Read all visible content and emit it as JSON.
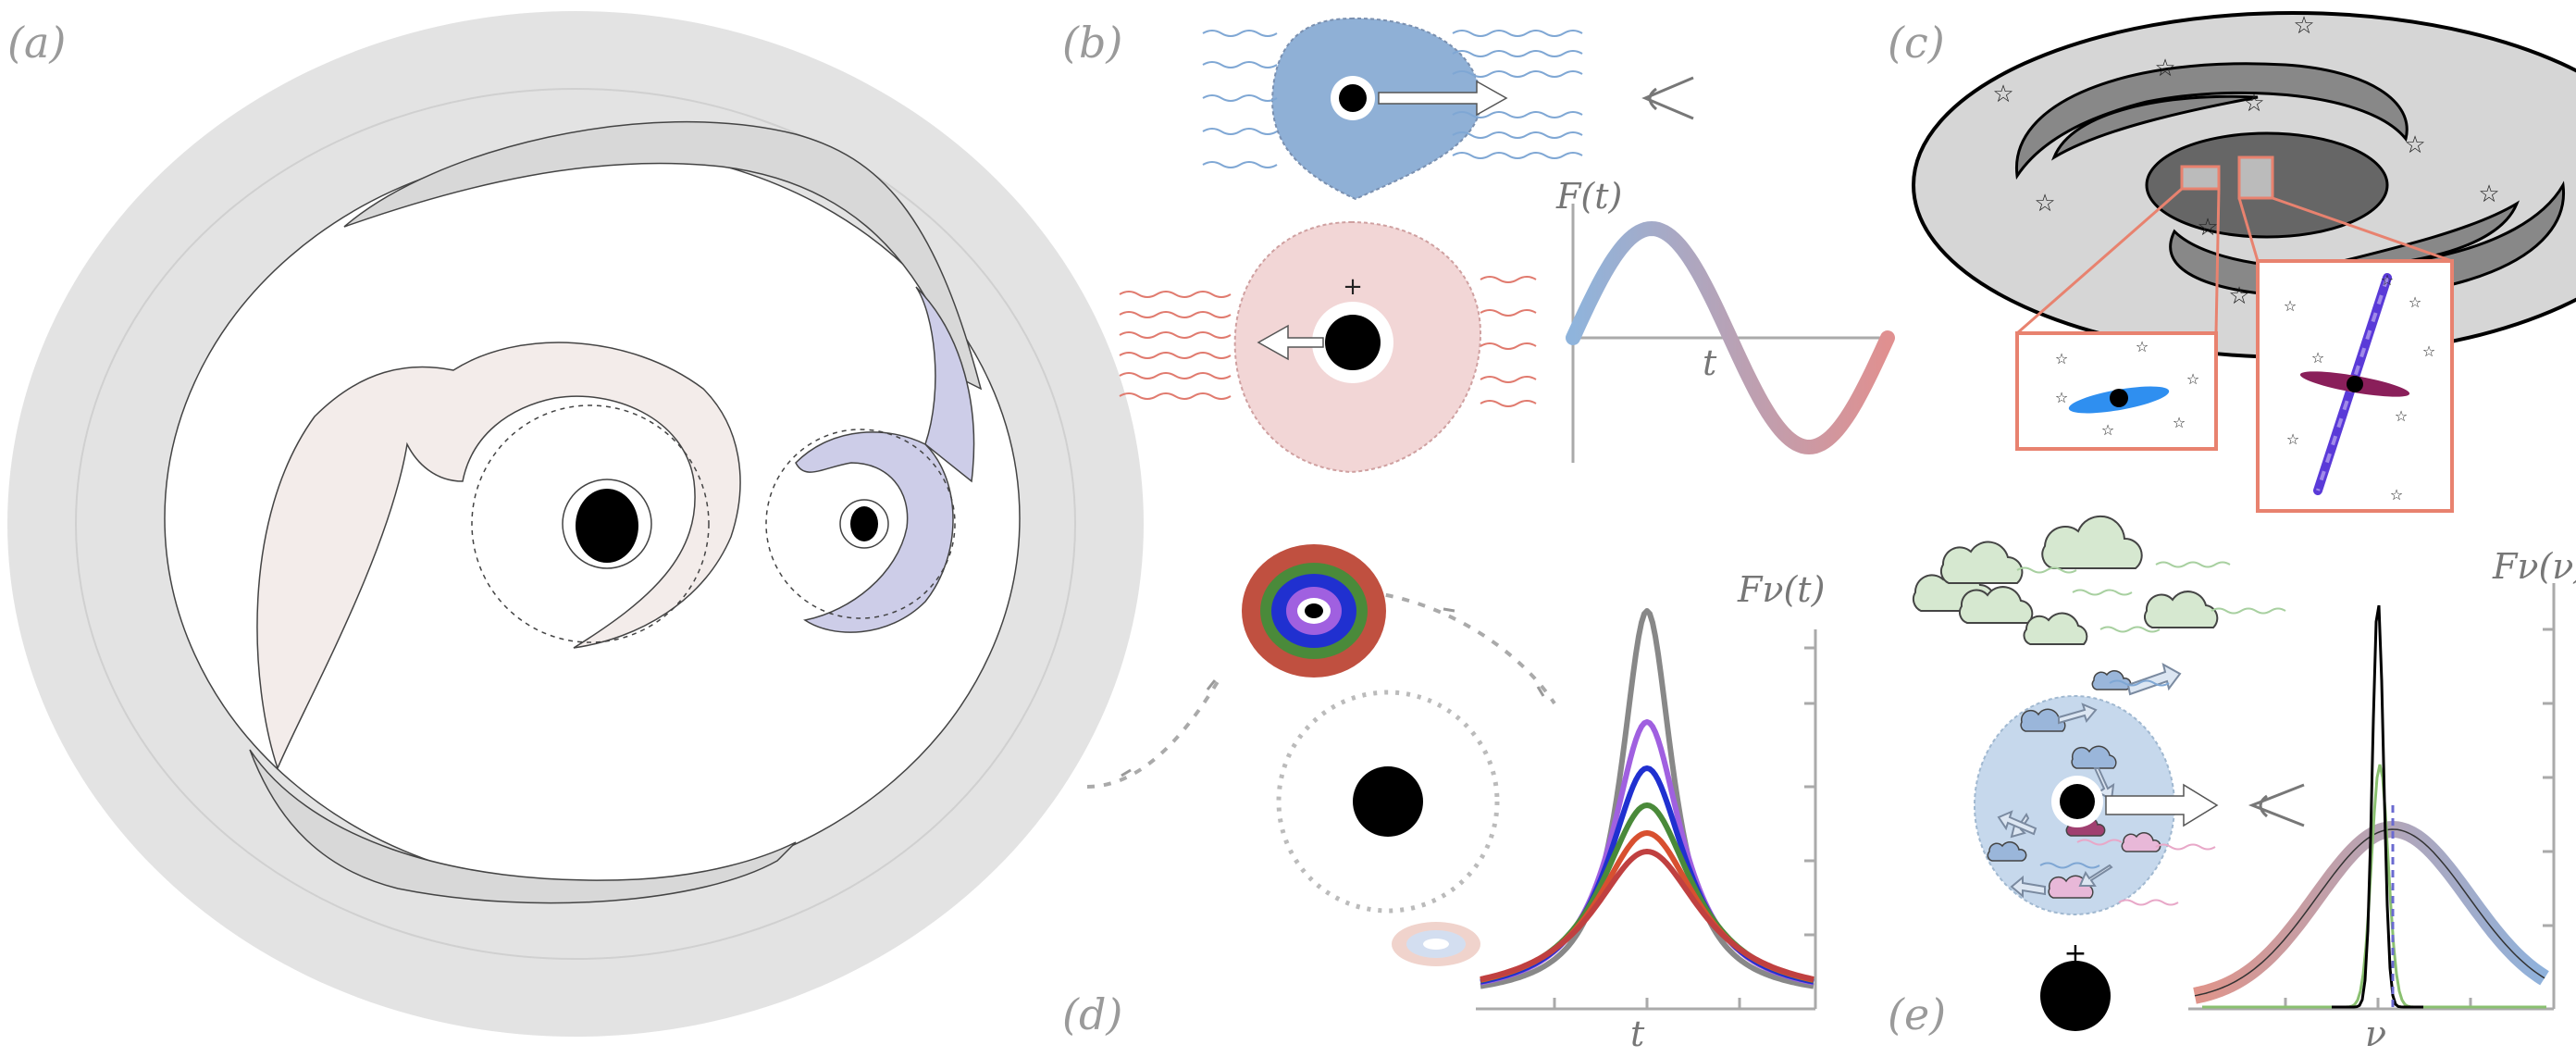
{
  "panels": {
    "a": {
      "label": "(a)"
    },
    "b": {
      "label": "(b)",
      "ylabel": "F(t)",
      "xlabel": "t",
      "plus_sign": "+",
      "colors": {
        "approaching": "#8fb0d6",
        "receding": "#f2d6d6",
        "approach_wave": "#7fa7d4",
        "recede_wave": "#e07a6e"
      }
    },
    "c": {
      "label": "(c)",
      "colors": {
        "inset_border": "#e8826f",
        "disk_blue": "#2f8ff0",
        "jet": "#5a3ad8",
        "disk_purple": "#8a1f5a"
      }
    },
    "d": {
      "label": "(d)",
      "ylabel": "Fν(t)",
      "xlabel": "t",
      "series_colors": [
        "#888888",
        "#a060e0",
        "#2030d0",
        "#4a8a3a",
        "#d85030",
        "#c04040"
      ]
    },
    "e": {
      "label": "(e)",
      "ylabel": "Fν(ν)",
      "xlabel": "ν",
      "plus_sign": "+",
      "colors": {
        "cloud_green": "#d6e8d0",
        "cloud_blue": "#9ab6da",
        "cloud_pink": "#e8b8d8",
        "dust": "#c6d8ec"
      }
    }
  }
}
